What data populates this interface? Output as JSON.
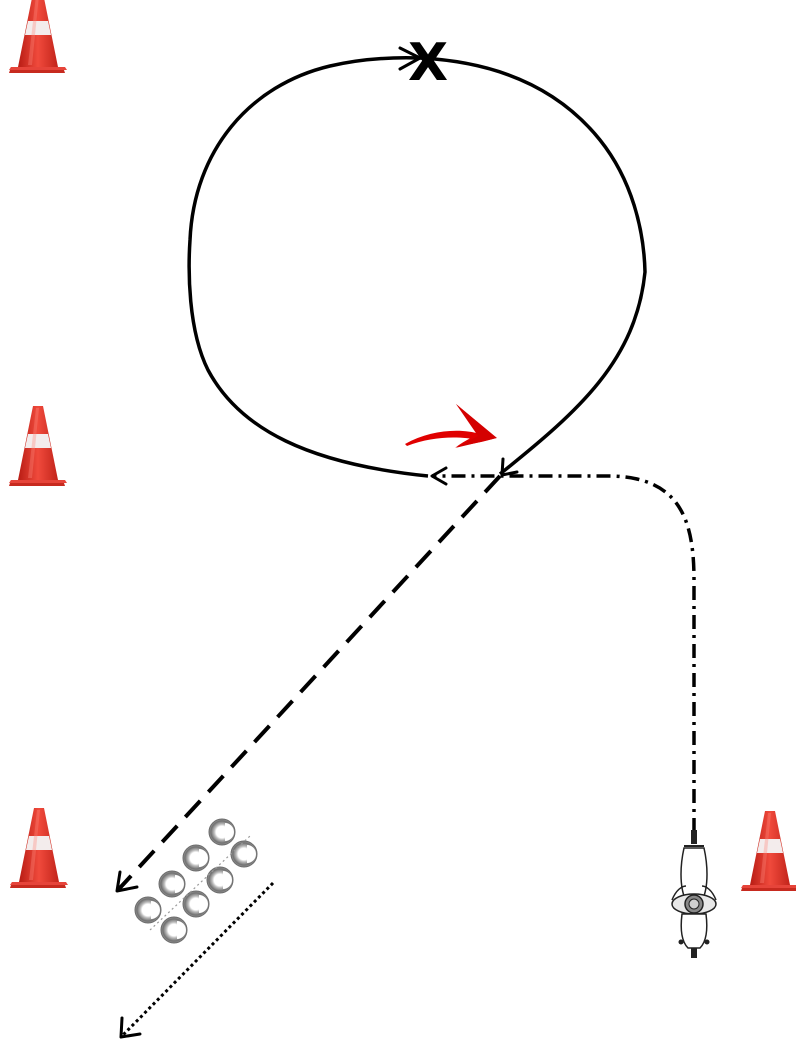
{
  "diagram": {
    "marker_label": "X",
    "colors": {
      "line": "#000000",
      "cone_orange": "#e8322b",
      "cone_stripe": "#f4eded",
      "cone_base": "#d72a20",
      "turn_arrow": "#e00000",
      "rider_body": "#e0e0e0"
    },
    "cones": [
      {
        "id": "cone-top-left"
      },
      {
        "id": "cone-middle-left"
      },
      {
        "id": "cone-bottom-left"
      },
      {
        "id": "cone-bottom-right"
      }
    ],
    "paths": [
      {
        "id": "approach",
        "style": "dash-dot"
      },
      {
        "id": "loop",
        "style": "solid"
      },
      {
        "id": "exit",
        "style": "dashed"
      },
      {
        "id": "after-obstacle",
        "style": "dotted"
      }
    ],
    "icons": {
      "rider": "motorcycle-rider-top-view-icon",
      "turn_direction": "curved-right-arrow-icon",
      "obstacle": "tire-cluster-icon"
    }
  }
}
